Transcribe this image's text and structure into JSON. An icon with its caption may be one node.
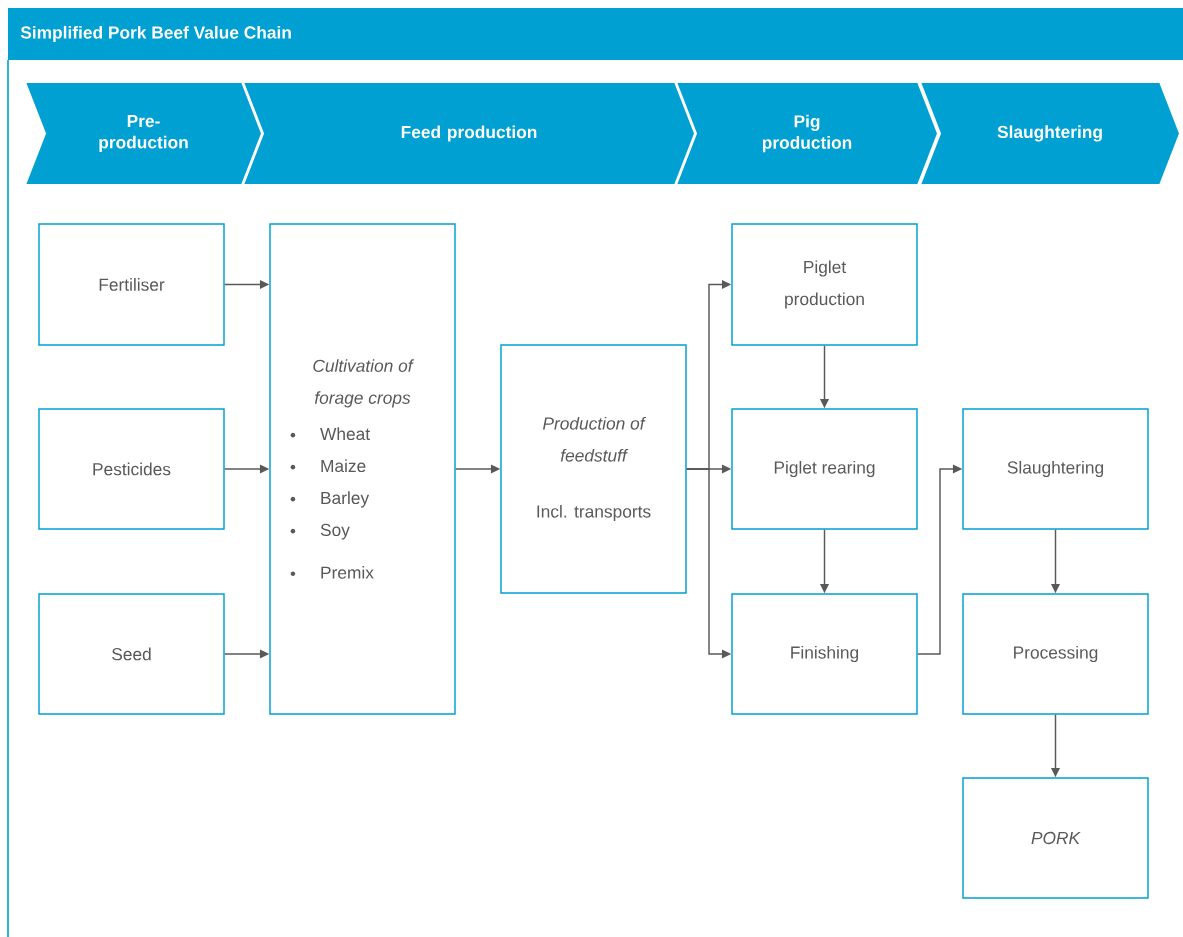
{
  "diagram": {
    "title": "Simplified Pork Beef Value Chain",
    "nodes": [
      {
        "text": [
          "Pre- production"
        ]
      },
      {
        "text": [
          "Feed production"
        ]
      },
      {
        "text": [
          "Pig production"
        ]
      },
      {
        "text": [
          "Slaughtering"
        ]
      },
      {
        "text": [
          "Fertiliser"
        ]
      },
      {
        "text": [
          "Pesticides"
        ]
      },
      {
        "text": [
          "Seed"
        ]
      },
      {
        "text": [
          "Cultivation of forage crops",
          "Wheat",
          "Maize",
          "Barley",
          "Soy",
          "Premix"
        ]
      },
      {
        "text": [
          "Production of feedstuff",
          "Incl. transports"
        ]
      },
      {
        "text": [
          "Piglet production"
        ]
      },
      {
        "text": [
          "Piglet rearing"
        ]
      },
      {
        "text": [
          "Finishing"
        ]
      },
      {
        "text": [
          "Slaughtering"
        ]
      },
      {
        "text": [
          "Processing"
        ]
      },
      {
        "text": [
          "PORK"
        ]
      }
    ],
    "edges": [
      {
        "from": 4,
        "to": 7,
        "arrow": "to"
      },
      {
        "from": 5,
        "to": 7,
        "arrow": "to"
      },
      {
        "from": 6,
        "to": 7,
        "arrow": "to"
      },
      {
        "from": 7,
        "to": 8,
        "arrow": "to"
      },
      {
        "from": 8,
        "to": 9,
        "arrow": "to"
      },
      {
        "from": 8,
        "to": 10,
        "arrow": "to"
      },
      {
        "from": 8,
        "to": 11,
        "arrow": "to"
      },
      {
        "from": 9,
        "to": 10,
        "arrow": "to"
      },
      {
        "from": 10,
        "to": 11,
        "arrow": "to"
      },
      {
        "from": 11,
        "to": 12,
        "arrow": "to"
      },
      {
        "from": 12,
        "to": 13,
        "arrow": "to"
      },
      {
        "from": 13,
        "to": 14,
        "arrow": "to"
      }
    ]
  }
}
